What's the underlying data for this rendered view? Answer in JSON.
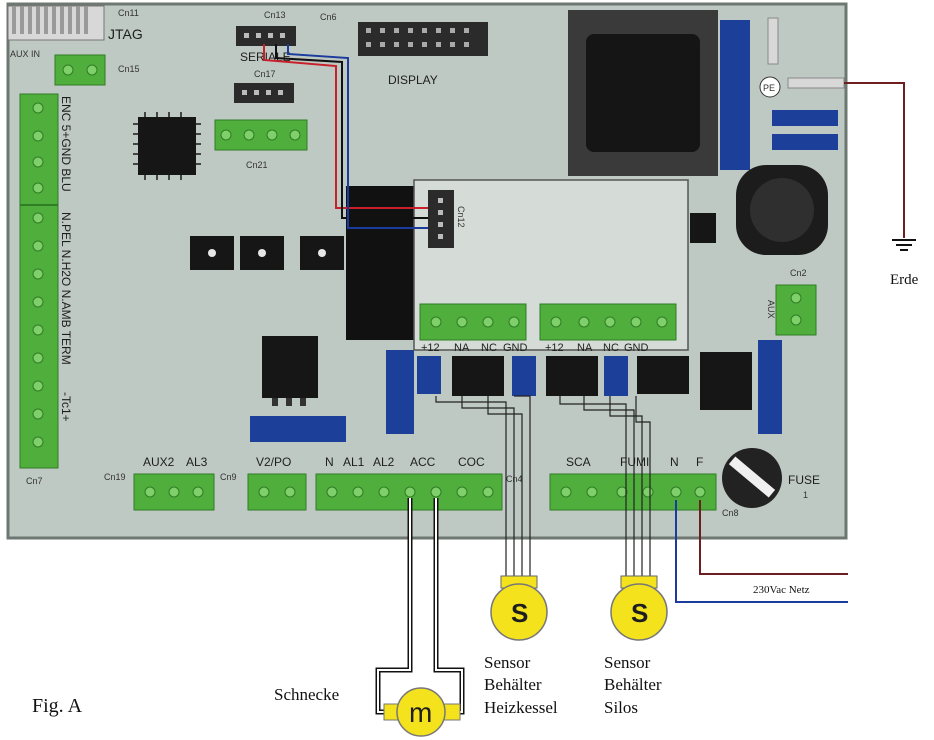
{
  "board": {
    "colors": {
      "pcb": "#bfc9c3",
      "pcb_edge": "#6e7772",
      "terminal": "#4fae3c",
      "terminal_dark": "#2f7d24",
      "blue": "#1c3f9a",
      "chip": "#161616"
    },
    "labels": {
      "cn11": "Cn11",
      "jtag": "JTAG",
      "aux_in": "AUX IN",
      "cn15": "Cn15",
      "cn13": "Cn13",
      "seriale": "SERIALE",
      "cn17": "Cn17",
      "cn6": "Cn6",
      "display": "DISPLAY",
      "cn21": "Cn21",
      "cn12": "Cn12",
      "cn2": "Cn2",
      "aux": "AUX",
      "pe": "PE",
      "cn7": "Cn7",
      "cn19": "Cn19",
      "cn9": "Cn9",
      "cn4": "Cn4",
      "cn8": "Cn8",
      "fuse": "FUSE",
      "fuse_num": "1"
    },
    "left_block_labels": [
      "ENC 5+GND BLU",
      "N.PEL N.H2O N.AMB TERM",
      "-Tc1+"
    ],
    "relay_pins_1": [
      "+12",
      "NA",
      "NC",
      "GND"
    ],
    "relay_pins_2": [
      "+12",
      "NA",
      "NC",
      "GND"
    ],
    "bottom_labels": {
      "aux2": "AUX2",
      "al3": "AL3",
      "v2po": "V2/PO",
      "n1": "N",
      "al1": "AL1",
      "al2": "AL2",
      "acc": "ACC",
      "coc": "COC",
      "sca": "SCA",
      "fumi": "FUMI",
      "n2": "N",
      "f": "F"
    }
  },
  "external": {
    "erde": "Erde",
    "netz": "230Vac Netz",
    "sensor1": [
      "Sensor",
      "Behälter",
      "Heizkessel"
    ],
    "sensor2": [
      "Sensor",
      "Behälter",
      "Silos"
    ],
    "sensor_symbol": "S",
    "motor_label": "Schnecke",
    "motor_symbol": "m",
    "caption": "Fig. A"
  },
  "wire_colors": {
    "brown": "#6d1f1f",
    "blue": "#1b3c9c",
    "black": "#111111",
    "red": "#c8202a",
    "sensor_yellow": "#f4e21d"
  }
}
